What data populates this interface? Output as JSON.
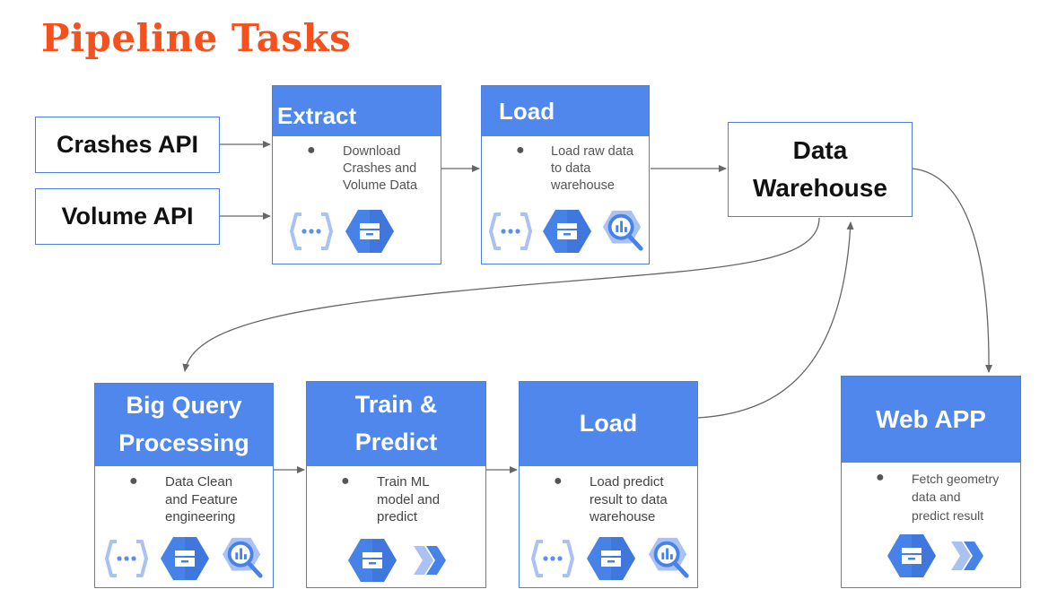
{
  "title": "Pipeline Tasks",
  "sources": {
    "crashes": "Crashes API",
    "volume": "Volume API"
  },
  "data_warehouse": {
    "line1": "Data",
    "line2": "Warehouse"
  },
  "tasks": {
    "extract": {
      "title": "Extract",
      "lines": [
        "Download",
        "Crashes and",
        "Volume Data"
      ],
      "icons": [
        "cloud-functions-icon",
        "cloud-storage-icon"
      ]
    },
    "load1": {
      "title": "Load",
      "lines": [
        "Load raw data",
        "to data",
        "warehouse"
      ],
      "icons": [
        "cloud-functions-icon",
        "cloud-storage-icon",
        "bigquery-icon"
      ]
    },
    "bq": {
      "title_lines": [
        "Big Query",
        "Processing"
      ],
      "lines": [
        "Data Clean",
        "and Feature",
        "engineering"
      ],
      "icons": [
        "cloud-functions-icon",
        "cloud-storage-icon",
        "bigquery-icon"
      ]
    },
    "train": {
      "title_lines": [
        "Train &",
        "Predict"
      ],
      "lines": [
        "Train ML",
        "model and",
        "predict"
      ],
      "icons": [
        "cloud-storage-icon",
        "cloud-run-icon"
      ]
    },
    "load2": {
      "title": "Load",
      "lines": [
        "Load predict",
        "result to data",
        "warehouse"
      ],
      "icons": [
        "cloud-functions-icon",
        "cloud-storage-icon",
        "bigquery-icon"
      ]
    },
    "webapp": {
      "title": "Web APP",
      "lines": [
        "Fetch geometry",
        "data and",
        "predict result"
      ],
      "icons": [
        "cloud-storage-icon",
        "cloud-run-icon"
      ]
    }
  },
  "bullet": "●",
  "colors": {
    "header_blue": "#4f87ec",
    "border_blue": "#4a7fe0",
    "title_orange": "#f4511e",
    "arrow": "#666666"
  }
}
